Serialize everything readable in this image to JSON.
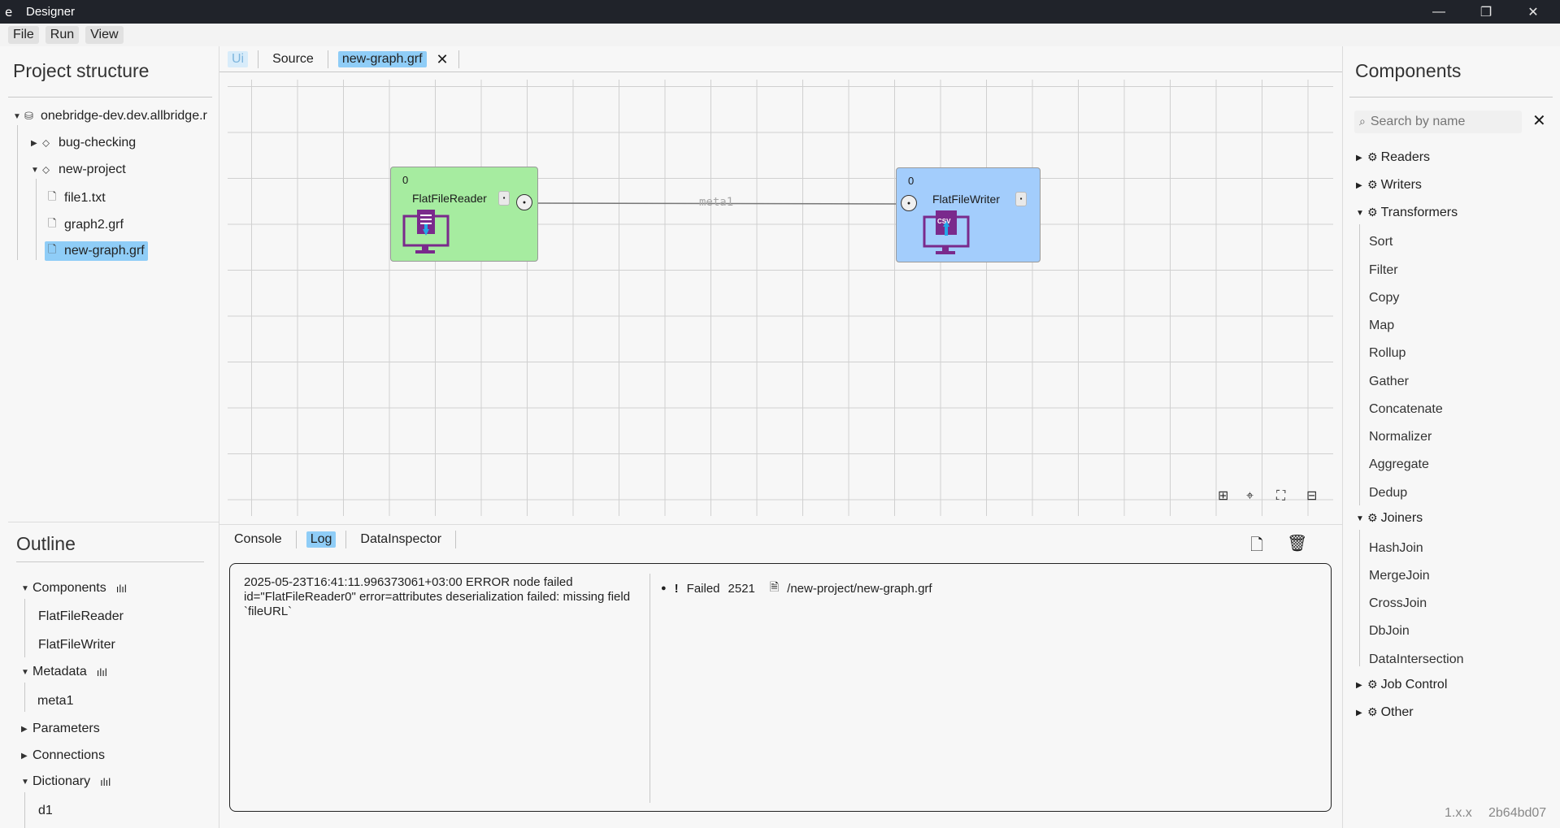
{
  "window": {
    "icon": "e",
    "title": "Designer",
    "minimize": "—",
    "restore": "❐",
    "close": "✕"
  },
  "menu": [
    "File",
    "Run",
    "View"
  ],
  "project": {
    "title": "Project structure",
    "root": "onebridge-dev.dev.allbridge.r",
    "items": [
      {
        "label": "bug-checking",
        "type": "folder",
        "expanded": false
      },
      {
        "label": "new-project",
        "type": "folder",
        "expanded": true
      },
      {
        "label": "file1.txt",
        "type": "file"
      },
      {
        "label": "graph2.grf",
        "type": "file"
      },
      {
        "label": "new-graph.grf",
        "type": "file",
        "selected": true
      }
    ]
  },
  "editor_tabs": {
    "ui": "Ui",
    "source": "Source",
    "file": "new-graph.grf",
    "close": "✕"
  },
  "graph": {
    "reader": {
      "count": "0",
      "name": "FlatFileReader",
      "color": "#a6eca0"
    },
    "writer": {
      "count": "0",
      "name": "FlatFileWriter",
      "color": "#a3cdfc",
      "csv": "CSV"
    },
    "edge_label": "meta1"
  },
  "outline": {
    "title": "Outline",
    "components_label": "Components",
    "components": [
      "FlatFileReader",
      "FlatFileWriter"
    ],
    "metadata_label": "Metadata",
    "metadata": [
      "meta1"
    ],
    "parameters_label": "Parameters",
    "connections_label": "Connections",
    "dictionary_label": "Dictionary",
    "dictionary": [
      "d1"
    ]
  },
  "bottom_tabs": {
    "console": "Console",
    "log": "Log",
    "inspector": "DataInspector"
  },
  "log": {
    "message": "2025-05-23T16:41:11.996373061+03:00 ERROR node failed id=\"FlatFileReader0\" error=attributes deserialization failed: missing field `fileURL`",
    "bullet": "●",
    "mark": "!",
    "status": "Failed",
    "code": "2521",
    "path": "/new-project/new-graph.grf"
  },
  "components": {
    "title": "Components",
    "search_placeholder": "Search by name",
    "readers": "Readers",
    "writers": "Writers",
    "transformers": "Transformers",
    "transformer_items": [
      "Sort",
      "Filter",
      "Copy",
      "Map",
      "Rollup",
      "Gather",
      "Concatenate",
      "Normalizer",
      "Aggregate",
      "Dedup"
    ],
    "joiners": "Joiners",
    "joiner_items": [
      "HashJoin",
      "MergeJoin",
      "CrossJoin",
      "DbJoin",
      "DataIntersection"
    ],
    "job_control": "Job Control",
    "other": "Other"
  },
  "version": {
    "label": "1.x.x",
    "hash": "2b64bd07"
  },
  "colors": {
    "accent": "#8fcdf7",
    "titlebar": "#20232a",
    "purple": "#7a2a8c"
  }
}
